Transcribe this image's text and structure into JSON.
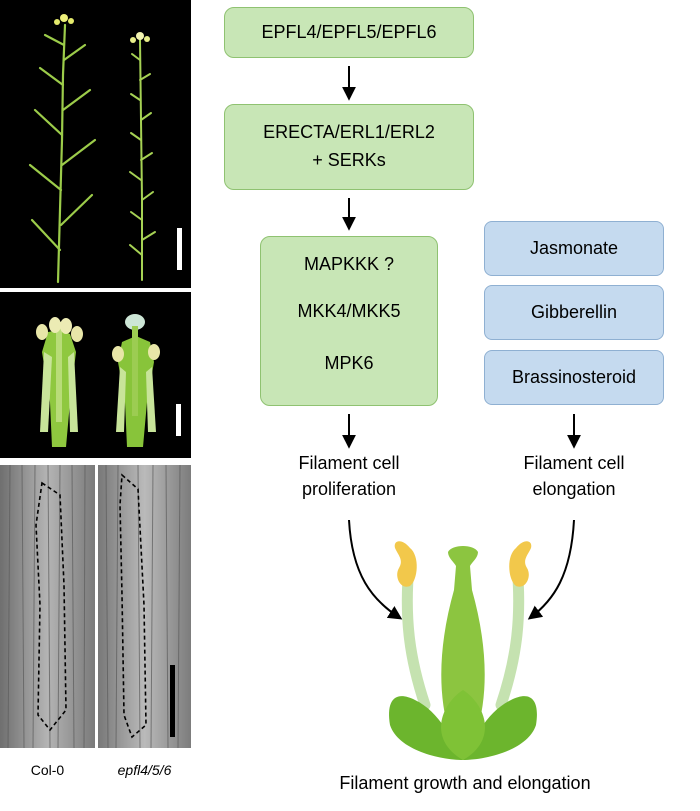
{
  "pathway": {
    "ligands": "EPFL4/EPFL5/EPFL6",
    "receptors_line1": "ERECTA/ERL1/ERL2",
    "receptors_line2": "+ SERKs",
    "mapk": {
      "kkk": "MAPKKK ?",
      "kk": "MKK4/MKK5",
      "k": "MPK6"
    },
    "proliferation_line1": "Filament cell",
    "proliferation_line2": "proliferation"
  },
  "hormones": {
    "items": [
      "Jasmonate",
      "Gibberellin",
      "Brassinosteroid"
    ],
    "elongation_line1": "Filament cell",
    "elongation_line2": "elongation"
  },
  "outcome": "Filament growth and elongation",
  "photos": {
    "label_wildtype": "Col-0",
    "label_mutant": "epfl4/5/6"
  },
  "colors": {
    "green_box": "#c8e6b6",
    "blue_box": "#c5daef",
    "anther": "#f2c84b",
    "filament": "#c5e2b0",
    "pistil": "#8cc540",
    "sepal": "#6cb52d"
  }
}
